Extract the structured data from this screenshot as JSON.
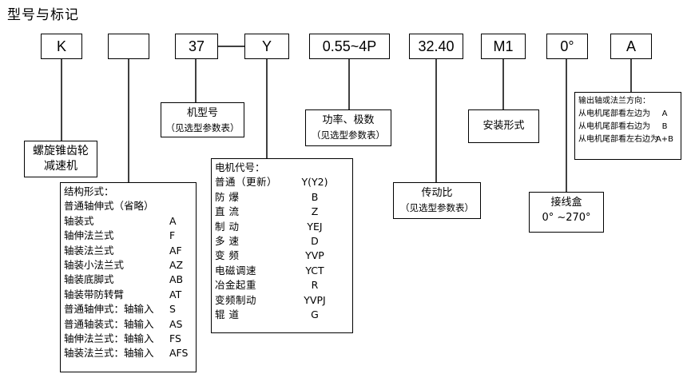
{
  "title": "型号与标记",
  "codes": [
    "K",
    "",
    "37",
    "Y",
    "0.55~4P",
    "32.40",
    "M1",
    "0°",
    "A"
  ],
  "reducer": {
    "line1": "螺旋锥齿轮",
    "line2": "减速机"
  },
  "frame": {
    "label": "机型号",
    "note": "（见选型参数表）"
  },
  "power": {
    "label": "功率、极数",
    "note": "（见选型参数表）"
  },
  "mount": {
    "label": "安装形式"
  },
  "ratio": {
    "label": "传动比",
    "note": "（见选型参数表）"
  },
  "junction": {
    "label": "接线盒",
    "range": "0°  ~270°"
  },
  "structure": {
    "heading": "结构形式：",
    "items": [
      {
        "label": "普通轴伸式（省略）",
        "code": ""
      },
      {
        "label": "轴装式",
        "code": "A"
      },
      {
        "label": "轴伸法兰式",
        "code": "F"
      },
      {
        "label": "轴装法兰式",
        "code": "AF"
      },
      {
        "label": "轴装小法兰式",
        "code": "AZ"
      },
      {
        "label": "轴装底脚式",
        "code": "AB"
      },
      {
        "label": "轴装带防转臂",
        "code": "AT"
      },
      {
        "label": "普通轴伸式：轴输入",
        "code": "S"
      },
      {
        "label": "普通轴装式：轴输入",
        "code": "AS"
      },
      {
        "label": "轴伸法兰式：轴输入",
        "code": "FS"
      },
      {
        "label": "轴装法兰式：轴输入",
        "code": "AFS"
      }
    ]
  },
  "motor": {
    "heading": "电机代号：",
    "items": [
      {
        "label": "普通（更新）",
        "code": "Y(Y2)"
      },
      {
        "label": "防    爆",
        "code": "B"
      },
      {
        "label": "直    流",
        "code": "Z"
      },
      {
        "label": "制    动",
        "code": "YEJ"
      },
      {
        "label": "多    速",
        "code": "D"
      },
      {
        "label": "变    频",
        "code": "YVP"
      },
      {
        "label": "电磁调速",
        "code": "YCT"
      },
      {
        "label": "冶金起重",
        "code": "R"
      },
      {
        "label": "变频制动",
        "code": "YVPJ"
      },
      {
        "label": "辊    道",
        "code": "G"
      }
    ]
  },
  "direction": {
    "heading": "输出轴或法兰方向：",
    "items": [
      {
        "label": "从电机尾部看左边为",
        "code": "A"
      },
      {
        "label": "从电机尾部看右边为",
        "code": "B"
      },
      {
        "label": "从电机尾部看左右边为",
        "code": "A+B"
      }
    ]
  }
}
